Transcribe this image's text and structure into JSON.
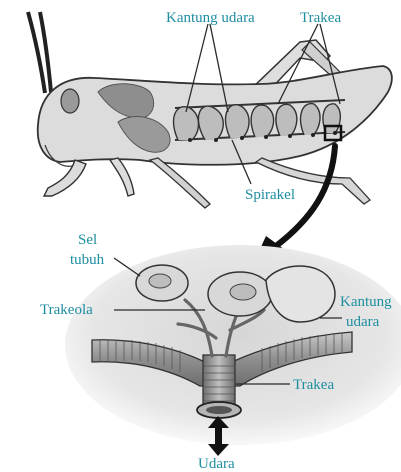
{
  "labels": {
    "kantung_udara_top": "Kantung udara",
    "trakea_top": "Trakea",
    "spirakel": "Spirakel",
    "sel_line1": "Sel",
    "sel_line2": "tubuh",
    "trakeola": "Trakeola",
    "kantung_right_line1": "Kantung",
    "kantung_right_line2": "udara",
    "trakea_bottom": "Trakea",
    "udara": "Udara"
  },
  "colors": {
    "label_text": "#1d8ea0",
    "leader_line": "#2a2a2a",
    "body_fill": "#d9d9d9",
    "organ_fill": "#8e8e8e",
    "outline": "#333333",
    "tube_fill": "#9a9a9a",
    "arrow": "#111111",
    "background_shade": "#d6d6d6"
  }
}
